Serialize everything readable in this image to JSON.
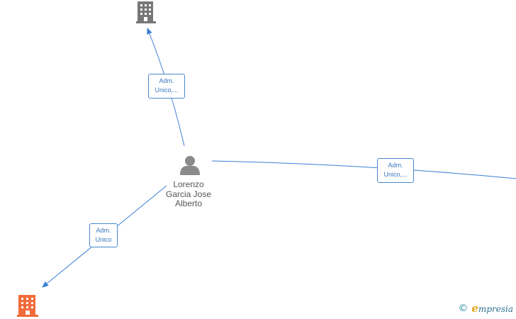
{
  "person": {
    "name_line1": "Lorenzo",
    "name_line2": "Garcia Jose",
    "name_line3": "Alberto",
    "icon": "person-icon"
  },
  "companies": [
    {
      "id": "top",
      "icon": "building-icon",
      "color": "#777777"
    },
    {
      "id": "bottom-left",
      "icon": "building-icon",
      "color": "#f26b3a"
    }
  ],
  "edges": [
    {
      "to": "top",
      "line1": "Adm.",
      "line2": "Unico,..."
    },
    {
      "to": "right",
      "line1": "Adm.",
      "line2": "Unico,..."
    },
    {
      "to": "bottom-left",
      "line1": "Adm.",
      "line2": "Unico"
    }
  ],
  "watermark": {
    "copyright": "©",
    "brand_initial": "e",
    "brand_rest": "mpresia"
  },
  "colors": {
    "edge": "#3a7fd5",
    "person": "#8a8a8a"
  }
}
